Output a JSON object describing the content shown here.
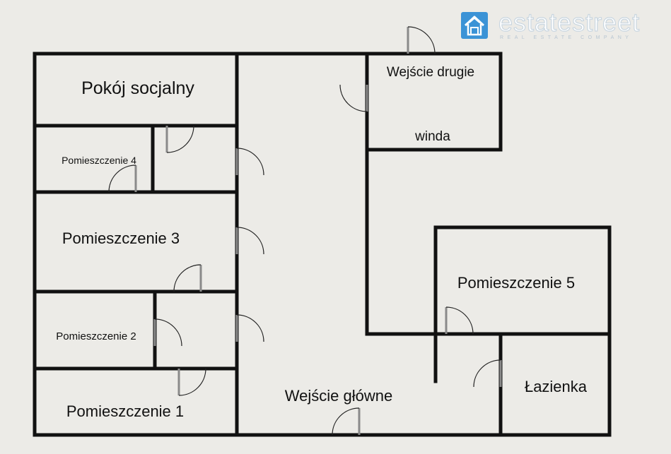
{
  "brand": {
    "name": "estatestreet",
    "tagline": "REAL ESTATE COMPANY",
    "logo_icon": "house-in-square-icon",
    "color": "#3b93d6"
  },
  "rooms": [
    {
      "id": "pokoj-socjalny",
      "label": "Pokój socjalny"
    },
    {
      "id": "pomieszczenie-4",
      "label": "Pomieszczenie 4"
    },
    {
      "id": "pomieszczenie-3",
      "label": "Pomieszczenie 3"
    },
    {
      "id": "pomieszczenie-2",
      "label": "Pomieszczenie 2"
    },
    {
      "id": "pomieszczenie-1",
      "label": "Pomieszczenie 1"
    },
    {
      "id": "wejscie-drugie",
      "label": "Wejście drugie"
    },
    {
      "id": "winda",
      "label": "winda"
    },
    {
      "id": "pomieszczenie-5",
      "label": "Pomieszczenie 5"
    },
    {
      "id": "lazienka",
      "label": "Łazienka"
    },
    {
      "id": "wejscie-glowne",
      "label": "Wejście główne"
    }
  ]
}
